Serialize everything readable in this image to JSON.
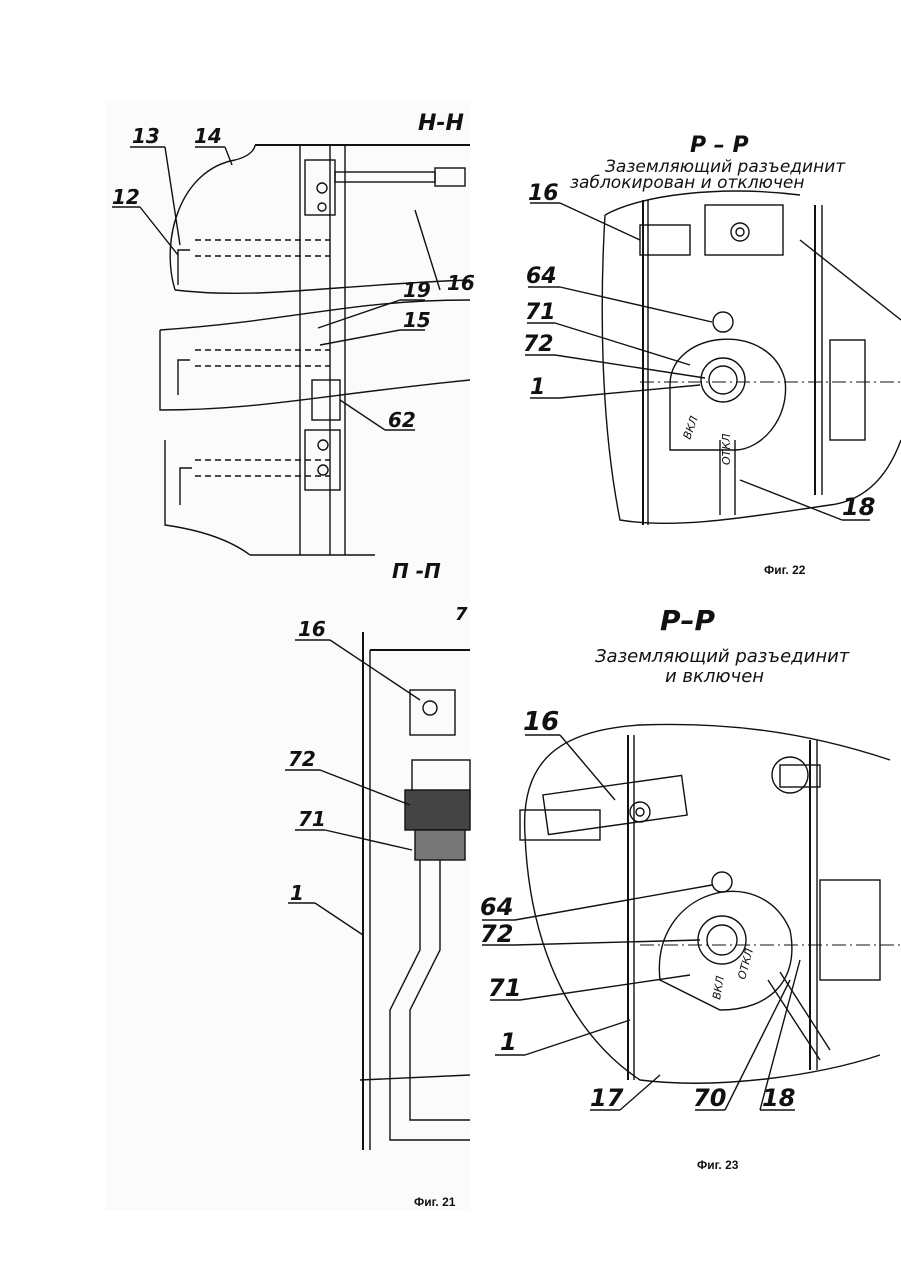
{
  "left_panel": {
    "section_top": "Н-Н",
    "section_bottom": "П -П",
    "callouts_top": [
      "13",
      "14",
      "12",
      "19",
      "15",
      "16",
      "62"
    ],
    "callouts_bottom": [
      "16",
      "72",
      "71",
      "1",
      "7"
    ]
  },
  "fig22": {
    "section": "Р – Р",
    "title_line1": "Заземляющий разъединит",
    "title_line2": "заблокирован и отключен",
    "callouts": [
      "16",
      "64",
      "71",
      "72",
      "1",
      "18"
    ],
    "mark_on": "ВКЛ",
    "mark_off": "ОТКЛ"
  },
  "fig23": {
    "section": "Р–Р",
    "title_line1": "Заземляющий разъединит",
    "title_line2": "и включен",
    "callouts": [
      "16",
      "64",
      "72",
      "71",
      "1",
      "17",
      "70",
      "18"
    ],
    "mark_on": "ВКЛ",
    "mark_off": "ОТКЛ"
  },
  "captions": {
    "fig21": "Фиг. 21",
    "fig22": "Фиг. 22",
    "fig23": "Фиг. 23"
  }
}
